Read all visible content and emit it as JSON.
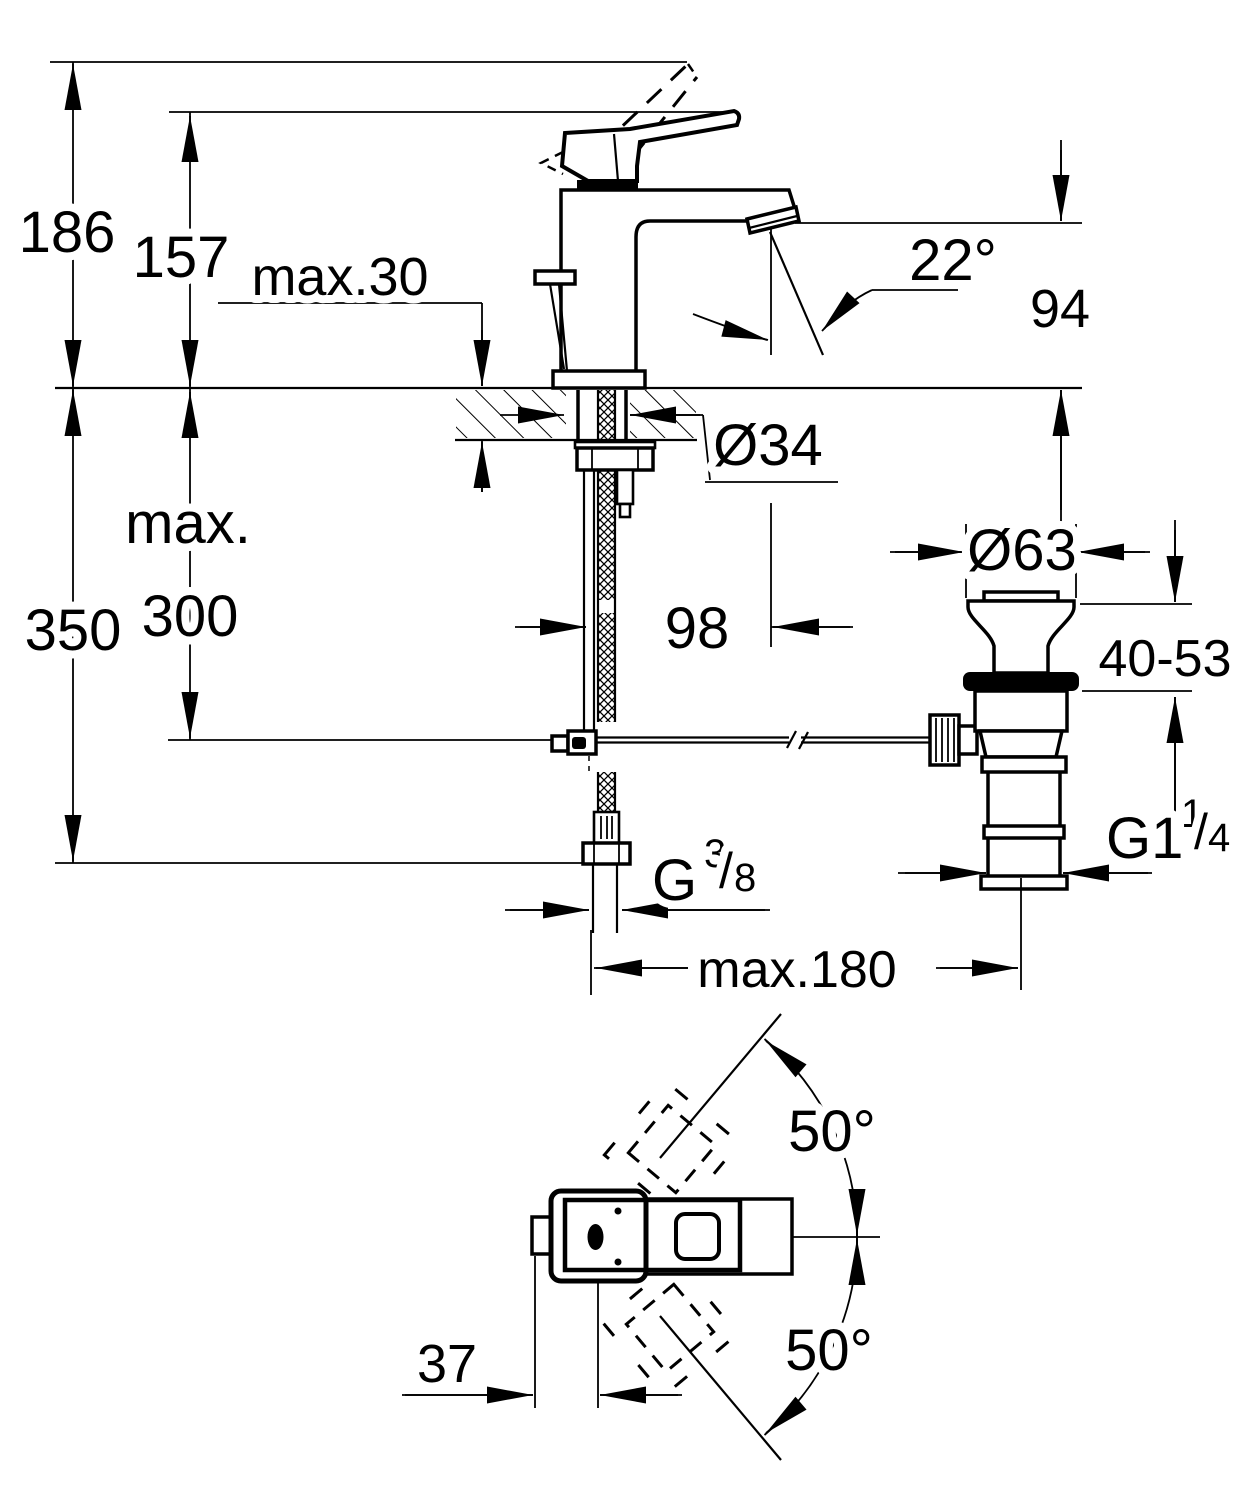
{
  "drawing": {
    "type": "technical-installation-diagram",
    "subject": "single-lever basin mixer with pop-up waste, side section and plan view",
    "colors": {
      "ink": "#000000",
      "paper": "#ffffff"
    },
    "dims": {
      "overall_height": "186",
      "lever_rest_height": "157",
      "deck_thickness_max": "max.30",
      "stream_angle": "22°",
      "outlet_height": "94",
      "hole_diameter": "Ø34",
      "hose_drop_word": "max.",
      "hose_drop_value": "300",
      "supply_drop": "350",
      "spout_reach": "98",
      "waste_flange_diameter": "Ø63",
      "waste_deck_range": "40-53",
      "supply_thread": {
        "prefix": "G",
        "numerator": "3",
        "slash": "/",
        "denominator": "8"
      },
      "waste_thread": {
        "prefix": "G1",
        "numerator": "1",
        "slash": "/",
        "denominator": "4"
      },
      "waste_offset_max": "max.180",
      "handle_swing_up": "50°",
      "handle_swing_down": "50°",
      "handle_axis_offset": "37"
    }
  }
}
